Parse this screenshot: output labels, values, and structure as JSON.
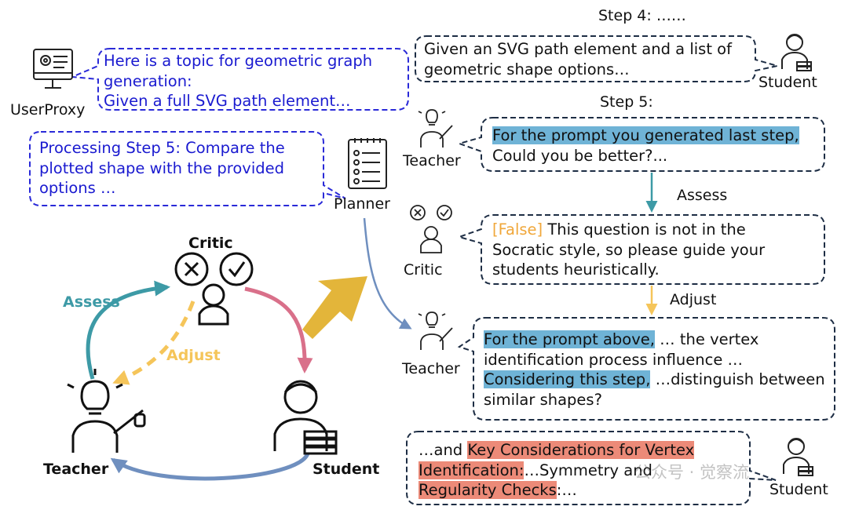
{
  "colors": {
    "blue_text": "#1a1ad0",
    "dash_blue": "#2a2ad8",
    "dash_dark": "#1d2d44",
    "teal": "#3d9aa6",
    "pink": "#d9708a",
    "steel": "#6f8fbf",
    "gold": "#e3b53a",
    "yellow": "#f5c55a",
    "hl_blue": "#6fb3d6",
    "hl_red": "#ec8a78"
  },
  "left": {
    "userproxy_label": "UserProxy",
    "userproxy_bubble": [
      "Here is a topic for geometric graph",
      "generation:",
      "Given a full SVG path element…"
    ],
    "planner_label": "Planner",
    "planner_bubble": [
      "Processing Step 5: Compare the",
      "plotted shape with the provided",
      "options …"
    ],
    "cycle": {
      "critic": "Critic",
      "teacher": "Teacher",
      "student": "Student",
      "assess": "Assess",
      "adjust": "Adjust"
    }
  },
  "right": {
    "step4": "Step 4: ……",
    "step4_bubble": [
      "Given an SVG path element and a list of",
      "geometric shape options…"
    ],
    "student_label": "Student",
    "step5": "Step 5:",
    "teacher_label": "Teacher",
    "teacher_bubble1": {
      "highlight": "For the prompt you generated last step,",
      "rest": "Could you be better?..."
    },
    "assess": "Assess",
    "critic_label": "Critic",
    "critic_bubble": {
      "tag": "[False]",
      "line1": " This question is not in the",
      "line2": "Socratic style, so please guide your",
      "line3": "students heuristically."
    },
    "adjust": "Adjust",
    "teacher_bubble2": {
      "hl1": "For the prompt above,",
      "t1": " … the vertex",
      "t2": "identification process influence …",
      "hl2": "Considering this step,",
      "t3": " …distinguish between",
      "t4": "similar shapes?"
    },
    "student_bubble": {
      "pre": "…and ",
      "hl1": "Key Considerations for Vertex",
      "hl2": "Identification:",
      "mid": "…Symmetry and",
      "hl3": "Regularity Checks",
      "post": ":…"
    }
  },
  "watermark": "公众号 · 觉察流"
}
